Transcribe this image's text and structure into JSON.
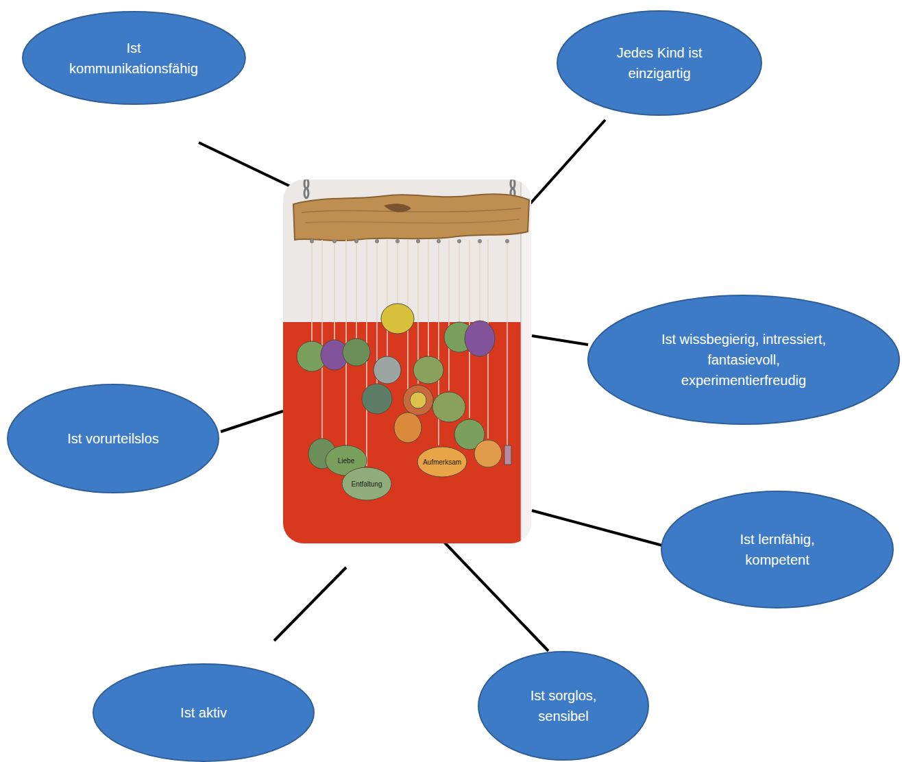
{
  "diagram": {
    "nodes": [
      {
        "text": [
          "Ist kommunikationsfähig"
        ]
      },
      {
        "text": [
          "Jedes Kind ist einzigartig"
        ]
      },
      {
        "text": [
          "Ist wissbegierig, intressiert, fantasievoll, experimentierfreudig"
        ]
      },
      {
        "text": [
          "Ist vorurteilslos"
        ]
      },
      {
        "text": [
          "Ist lernfähig, kompetent"
        ]
      },
      {
        "text": [
          "Ist aktiv"
        ]
      },
      {
        "text": [
          "Ist sorglos, sensibel"
        ]
      }
    ],
    "labels": [
      "Liebe",
      "Entfaltung",
      "Aufmerksam"
    ]
  }
}
